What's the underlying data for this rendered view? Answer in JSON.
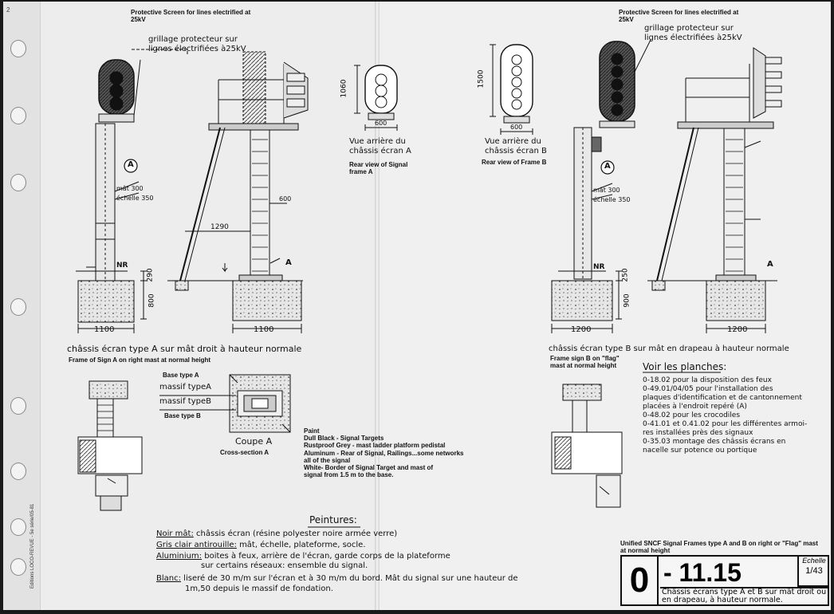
{
  "page_number": "2",
  "side_credit": "Editions LOCO-REVUE - 5e série/05-81",
  "top_left_caption_en": "Protective Screen for lines electrified at\n25kV",
  "top_left_caption_fr": "grillage protecteur sur\nlignes électrifiées à25kV",
  "top_right_caption_en": "Protective Screen for lines electrified at\n25kV",
  "top_right_caption_fr": "grillage protecteur sur\nlignes électrifiées à25kV",
  "rear_a": {
    "fr": "Vue arrière du\nchâssis écran A",
    "en": "Rear view of Signal\nframe A",
    "height": "1060",
    "width": "600"
  },
  "rear_b": {
    "fr": "Vue arrière du\nchâssis écran B",
    "en": "Rear view of Frame B",
    "height": "1500",
    "width": "600"
  },
  "left_drawing": {
    "callout": "A",
    "mat": "mât 300",
    "echelle": "échelle 350",
    "nr": "NR",
    "dim_290": "290",
    "dim_800": "800",
    "dim_1100a": "1100",
    "dim_1100b": "1100",
    "dim_1290": "1290",
    "dim_600": "600",
    "section_a": "A",
    "caption_fr": "châssis écran type A sur mât droit à hauteur normale",
    "caption_en": "Frame of Sign A on right mast at normal height"
  },
  "right_drawing": {
    "callout": "A",
    "mat": "mât 300",
    "echelle": "échelle 350",
    "nr": "NR",
    "dim_250": "250",
    "dim_900": "900",
    "dim_1200a": "1200",
    "dim_1200b": "1200",
    "section_a": "A",
    "caption_fr": "châssis écran type B sur mât en drapeau à hauteur normale",
    "caption_en": "Frame sign B on \"flag\"\nmast at normal height"
  },
  "base": {
    "type_a_en": "Base type A",
    "massif_a": "massif typeA",
    "massif_b": "massif typeB",
    "type_b_en": "Base type B",
    "coupe_fr": "Coupe A",
    "coupe_en": "Cross-section A"
  },
  "paint_en": "Paint\nDull Black - Signal Targets\nRustproof Grey - mast ladder platform pedistal\nAluminum - Rear of Signal, Railings...some networks\nall of the signal\nWhite- Border of Signal Target and mast of\nsignal from 1.5 m to the base.",
  "peintures": {
    "title": "Peintures:",
    "lines": [
      {
        "label": "Noir mât:",
        "text": "châssis écran (résine polyester noire armée verre)"
      },
      {
        "label": "Gris clair antirouille:",
        "text": "mât, échelle, plateforme, socle."
      },
      {
        "label": "Aluminium:",
        "text": "boites à feux, arrière de l'écran, garde corps de la plateforme"
      },
      {
        "label": "",
        "text": "sur certains réseaux: ensemble du signal."
      },
      {
        "label": "Blanc:",
        "text": "liseré de 30 m/m sur l'écran et à 30 m/m du bord. Mât du signal sur une hauteur de"
      },
      {
        "label": "",
        "text": "1m,50 depuis le massif de fondation."
      }
    ]
  },
  "voir": {
    "title": "Voir les planches:",
    "lines": [
      "0-18.02 pour la disposition des feux",
      "0-49.01/04/05 pour l'installation des",
      "plaques d'identification et de cantonnement",
      "placées à l'endroit repéré (A)",
      "0-48.02 pour les crocodiles",
      "0-41.01 et 0.41.02 pour les différentes armoi-",
      "res installées près des signaux",
      "0-35.03 montage des châssis écrans en",
      "nacelle sur potence ou portique"
    ]
  },
  "title_block": {
    "en": "Unified SNCF Signal Frames type A and B on right or \"Flag\" mast\nat normal height",
    "series": "0",
    "number": "- 11.15",
    "scale_label": "Echelle",
    "scale_value": "1/43",
    "caption": "Châssis écrans type A et B sur mât droit ou\nen drapeau, à hauteur normale."
  }
}
